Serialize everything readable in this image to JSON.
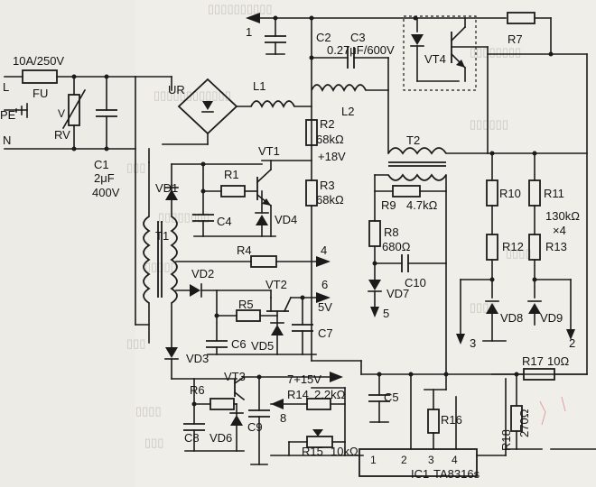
{
  "labels": {
    "fuse_rating": "10A/250V",
    "fuse": "FU",
    "L": "L",
    "PE": "PE",
    "N": "N",
    "RV": "RV",
    "V": "V",
    "C1": "C1",
    "C1_val": "2μF",
    "C1_volt": "400V",
    "UR": "UR",
    "L1": "L1",
    "L2": "L2",
    "C2": "C2",
    "C3": "C3",
    "C3_val": "0.27μF/600V",
    "VT4": "VT4",
    "R7": "R7",
    "R2": "R2",
    "R2_val": "68kΩ",
    "v18": "+18V",
    "R3": "R3",
    "R3_val": "68kΩ",
    "T2": "T2",
    "VT1": "VT1",
    "R1": "R1",
    "C4": "C4",
    "VD4": "VD4",
    "VD1": "VD1",
    "T1": "T1",
    "R4": "R4",
    "VD2": "VD2",
    "VT2": "VT2",
    "R5": "R5",
    "C6": "C6",
    "VD5": "VD5",
    "C7": "C7",
    "v5": "5V",
    "VD3": "VD3",
    "VT3": "VT3",
    "R6": "R6",
    "C8": "C8",
    "VD6": "VD6",
    "C9": "C9",
    "v15": "7+15V",
    "R14": "R14",
    "R14_val": "2.2kΩ",
    "R15": "R15",
    "R15_val": "10kΩ",
    "R9": "R9",
    "R9_val": "4.7kΩ",
    "R8": "R8",
    "R8_val": "680Ω",
    "C10": "C10",
    "VD7": "VD7",
    "C5": "C5",
    "R16": "R16",
    "IC1": "IC1",
    "IC1_part": "TA8316s",
    "R10": "R10",
    "R11": "R11",
    "R11_val": "130kΩ",
    "x4": "×4",
    "R12": "R12",
    "R13": "R13",
    "VD8": "VD8",
    "VD9": "VD9",
    "R17": "R17",
    "R17_val": "10Ω",
    "R18": "R18",
    "R18_val": "270Ω"
  },
  "terminals": {
    "t1": "1",
    "t2": "2",
    "t3": "3",
    "t4": "4",
    "t5": "5",
    "t6": "6",
    "t8": "8"
  },
  "pins": {
    "p1": "1",
    "p2": "2",
    "p3": "3",
    "p4": "4"
  }
}
